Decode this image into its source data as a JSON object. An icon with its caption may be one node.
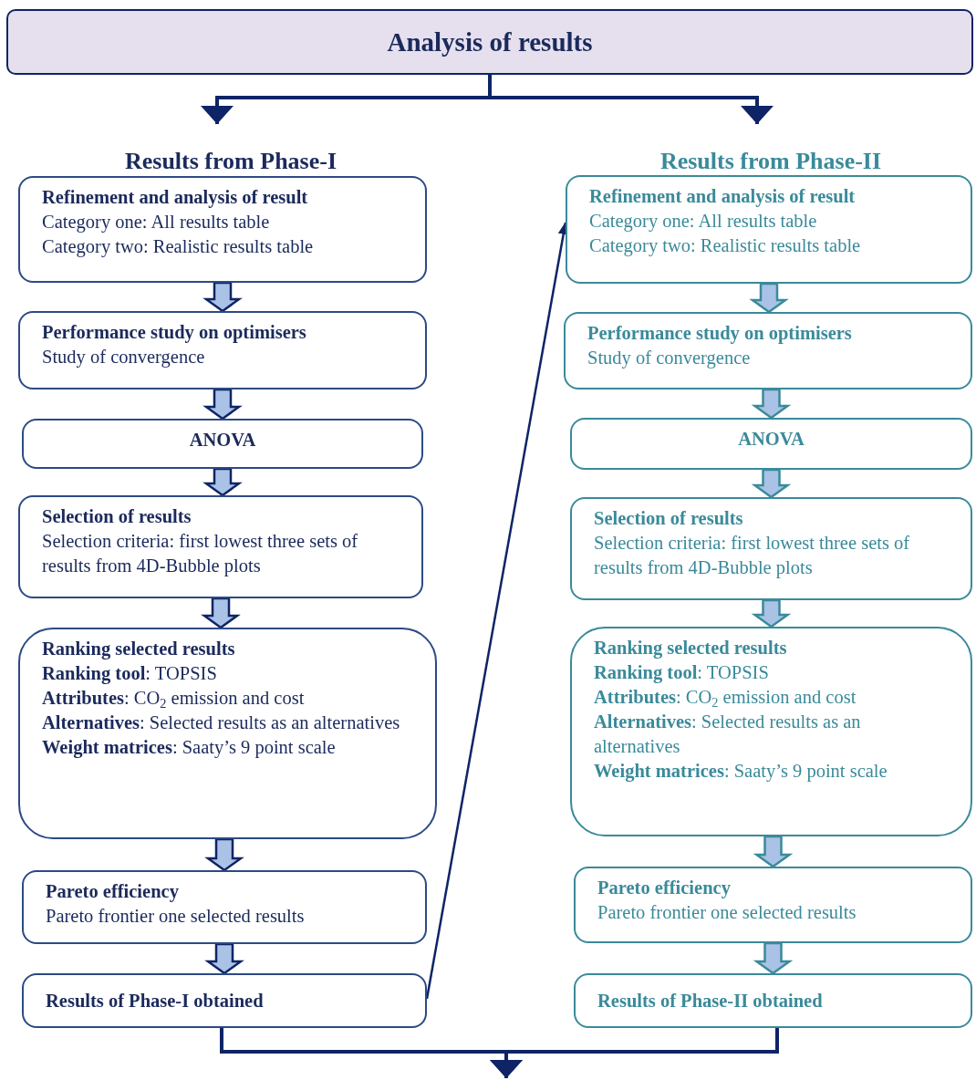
{
  "diagram": {
    "nodes": [
      {
        "text": [
          "Analysis of results"
        ]
      },
      {
        "text": [
          "Results from Phase-I"
        ]
      },
      {
        "text": [
          "Refinement and analysis of result",
          "Category one: All results table",
          "Category two: Realistic results table"
        ]
      },
      {
        "text": [
          "Performance study on optimisers",
          "Study of convergence"
        ]
      },
      {
        "text": [
          "ANOVA"
        ]
      },
      {
        "text": [
          "Selection of results",
          "Selection criteria: first lowest three sets of results from 4D-Bubble plots"
        ]
      },
      {
        "text": [
          "Ranking selected results",
          "**Ranking tool**: TOPSIS",
          "**Attributes**: CO$_{2}$ emission and cost",
          "**Alternatives**: Selected results as an alternatives",
          "**Weight matrices**: Saaty’s 9 point scale"
        ]
      },
      {
        "text": [
          "Pareto efficiency",
          "Pareto frontier one selected results"
        ]
      },
      {
        "text": [
          "Results of Phase-I obtained"
        ]
      },
      {
        "text": [
          "Results from Phase-II"
        ]
      },
      {
        "text": [
          "Refinement and analysis of result",
          "Category one: All results table",
          "Category two: Realistic results table"
        ]
      },
      {
        "text": [
          "Performance study on optimisers",
          "Study of convergence"
        ]
      },
      {
        "text": [
          "ANOVA"
        ]
      },
      {
        "text": [
          "Selection of results",
          "Selection criteria: first lowest three sets of results from 4D-Bubble plots"
        ]
      },
      {
        "text": [
          "Ranking selected results",
          "**Ranking tool**: TOPSIS",
          "**Attributes**: CO$_{2}$ emission and cost",
          "**Alternatives**: Selected results as an alternatives",
          "**Weight matrices**: Saaty’s 9 point scale"
        ]
      },
      {
        "text": [
          "Pareto efficiency",
          "Pareto frontier one selected results"
        ]
      },
      {
        "text": [
          "Results of Phase-II obtained"
        ]
      }
    ],
    "edges": [
      {
        "from": 0,
        "to": 1,
        "arrow": "to"
      },
      {
        "from": 0,
        "to": 9,
        "arrow": "to"
      },
      {
        "from": 2,
        "to": 3,
        "arrow": "to"
      },
      {
        "from": 3,
        "to": 4,
        "arrow": "to"
      },
      {
        "from": 4,
        "to": 5,
        "arrow": "to"
      },
      {
        "from": 5,
        "to": 6,
        "arrow": "to"
      },
      {
        "from": 6,
        "to": 7,
        "arrow": "to"
      },
      {
        "from": 7,
        "to": 8,
        "arrow": "to"
      },
      {
        "from": 10,
        "to": 11,
        "arrow": "to",
        "color": "#3a8a9a"
      },
      {
        "from": 11,
        "to": 12,
        "arrow": "to",
        "color": "#3a8a9a"
      },
      {
        "from": 12,
        "to": 13,
        "arrow": "to",
        "color": "#3a8a9a"
      },
      {
        "from": 13,
        "to": 14,
        "arrow": "to",
        "color": "#3a8a9a"
      },
      {
        "from": 14,
        "to": 15,
        "arrow": "to",
        "color": "#3a8a9a"
      },
      {
        "from": 15,
        "to": 16,
        "arrow": "to",
        "color": "#3a8a9a"
      },
      {
        "from": 8,
        "to": 10,
        "arrow": "to"
      },
      {
        "from": 8,
        "to": null,
        "arrow": "to"
      },
      {
        "from": 16,
        "to": null,
        "arrow": "to"
      }
    ]
  }
}
